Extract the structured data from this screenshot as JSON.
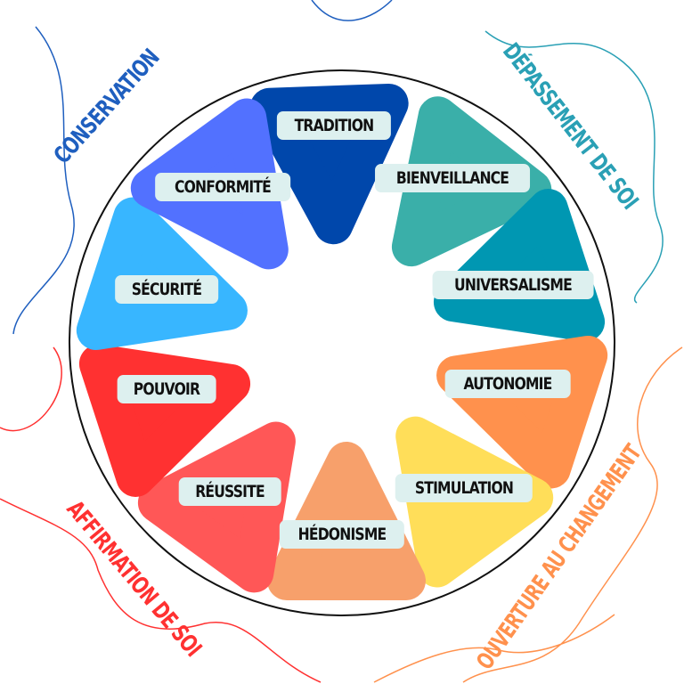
{
  "values": [
    {
      "label": "TRADITION",
      "color": "#0047AB"
    },
    {
      "label": "BIENVEILLANCE",
      "color": "#3AAFA9"
    },
    {
      "label": "UNIVERSALISME",
      "color": "#0097B2"
    },
    {
      "label": "AUTONOMIE",
      "color": "#FF914D"
    },
    {
      "label": "STIMULATION",
      "color": "#FFDE59"
    },
    {
      "label": "HÉDONISME",
      "color": "#F7A06B"
    },
    {
      "label": "RÉUSSITE",
      "color": "#FF5757"
    },
    {
      "label": "POUVOIR",
      "color": "#FF3131"
    },
    {
      "label": "SÉCURITÉ",
      "color": "#38B6FF"
    },
    {
      "label": "CONFORMITÉ",
      "color": "#5271FF"
    }
  ],
  "groups": {
    "conservation": {
      "label": "CONSERVATION",
      "color": "#1F5FBF"
    },
    "depassement": {
      "label": "DÉPASSEMENT DE SOI",
      "color": "#2AA0B5"
    },
    "affirmation": {
      "label": "AFFIRMATION DE SOI",
      "color": "#FF3131"
    },
    "ouverture": {
      "label": "OUVERTURE AU CHANGEMENT",
      "color": "#FF914D"
    }
  }
}
